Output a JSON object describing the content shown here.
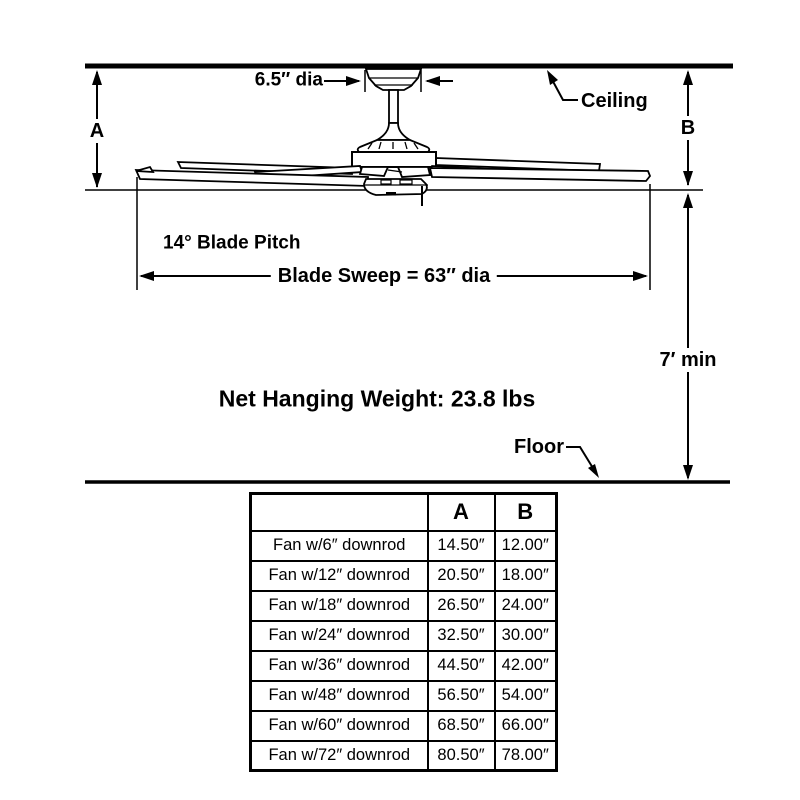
{
  "page": {
    "background": "#ffffff",
    "ink": "#000000"
  },
  "diagram": {
    "canopy_dia_label": "6.5″ dia",
    "ceiling_label": "Ceiling",
    "dim_a_label": "A",
    "dim_b_label": "B",
    "blade_pitch_label": "14° Blade Pitch",
    "blade_sweep_label": "Blade Sweep = 63″ dia",
    "min_height_label": "7′ min",
    "weight_label": "Net Hanging Weight: 23.8 lbs",
    "floor_label": "Floor"
  },
  "table": {
    "title_col_header": "",
    "col_a_header": "A",
    "col_b_header": "B",
    "rows": [
      {
        "label": "Fan w/6″ downrod",
        "a": "14.50″",
        "b": "12.00″"
      },
      {
        "label": "Fan w/12″ downrod",
        "a": "20.50″",
        "b": "18.00″"
      },
      {
        "label": "Fan w/18″ downrod",
        "a": "26.50″",
        "b": "24.00″"
      },
      {
        "label": "Fan w/24″ downrod",
        "a": "32.50″",
        "b": "30.00″"
      },
      {
        "label": "Fan w/36″ downrod",
        "a": "44.50″",
        "b": "42.00″"
      },
      {
        "label": "Fan w/48″ downrod",
        "a": "56.50″",
        "b": "54.00″"
      },
      {
        "label": "Fan w/60″ downrod",
        "a": "68.50″",
        "b": "66.00″"
      },
      {
        "label": "Fan w/72″ downrod",
        "a": "80.50″",
        "b": "78.00″"
      }
    ]
  }
}
